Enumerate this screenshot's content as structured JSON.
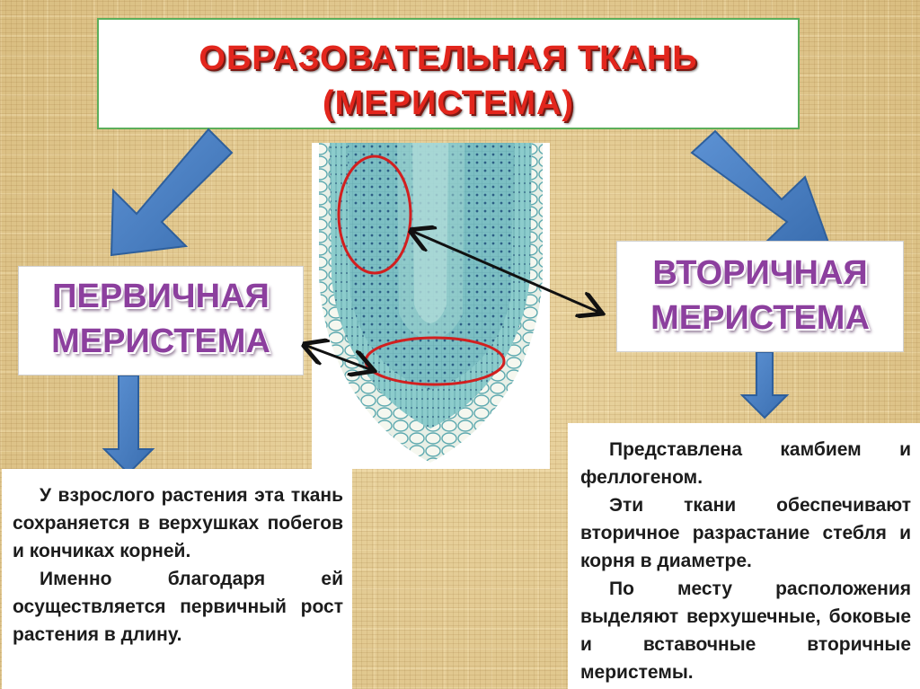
{
  "title": {
    "line1": "ОБРАЗОВАТЕЛЬНАЯ ТКАНЬ",
    "line2": "(МЕРИСТЕМА)"
  },
  "primary": {
    "line1": "ПЕРВИЧНАЯ",
    "line2": "МЕРИСТЕМА",
    "paragraphs": [
      "У взрослого растения эта ткань сохраняется в верхушках побегов и кончиках корней.",
      "Именно благодаря ей осуществляется первичный рост растения в длину."
    ]
  },
  "secondary": {
    "line1": "ВТОРИЧНАЯ",
    "line2": "МЕРИСТЕМА",
    "paragraphs": [
      "Представлена камбием и феллогеном.",
      "Эти ткани обеспечивают вторичное разрастание стебля и корня в диаметре.",
      "По месту расположения выделяют верхушечные, боковые и вставочные вторичные меристемы."
    ]
  },
  "colors": {
    "title_text": "#e2261d",
    "label_text": "#8c3f9e",
    "arrow_fill": "#4a7fc1",
    "ellipse_stroke": "#d21f1f",
    "tissue": "#7fbfc2"
  },
  "icons": {
    "down_arrows": "down-arrow-icon",
    "micrograph": "root-tip-micrograph"
  }
}
